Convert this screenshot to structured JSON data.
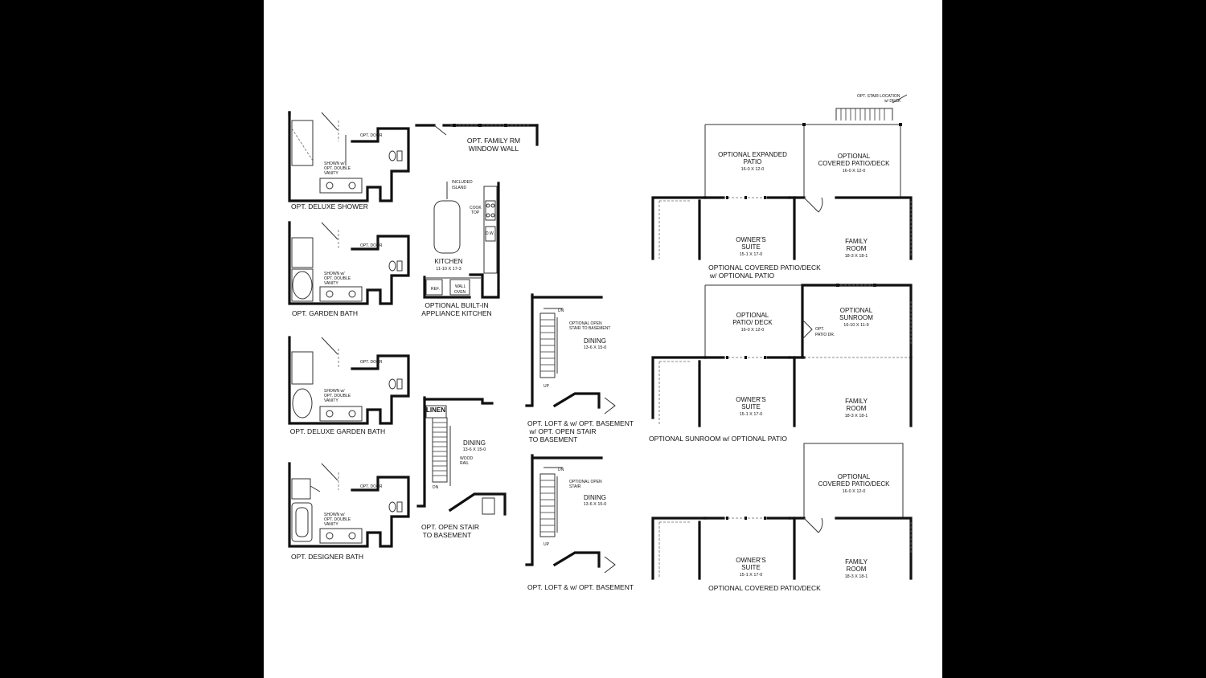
{
  "bath_options": {
    "opt_door": "OPT. DOOR",
    "shown_w": "SHOWN w/",
    "opt_double": "OPT. DOUBLE",
    "vanity": "VANITY",
    "deluxe_shower": "OPT. DELUXE SHOWER",
    "garden_bath": "OPT. GARDEN BATH",
    "deluxe_garden_bath": "OPT. DELUXE GARDEN BATH",
    "designer_bath": "OPT. DESIGNER BATH"
  },
  "window_wall": {
    "line1": "OPT. FAMILY RM",
    "line2": "WINDOW WALL"
  },
  "kitchen": {
    "included": "INCLUDED",
    "island": "ISLAND",
    "cook": "COOK",
    "top": "TOP",
    "dw": "D.W.",
    "name": "KITCHEN",
    "dims": "11-10 X 17-3",
    "ref": "REF.",
    "wall": "WALL",
    "oven": "OVEN",
    "caption1": "OPTIONAL BUILT-IN",
    "caption2": "APPLIANCE KITCHEN"
  },
  "open_stair": {
    "linen": "LINEN",
    "dining": "DINING",
    "dining_dims": "13-6 X 15-0",
    "wood": "WOOD",
    "rail": "RAIL",
    "dn": "DN",
    "caption1": "OPT. OPEN STAIR",
    "caption2": "TO BASEMENT"
  },
  "loft_open_stair": {
    "dn": "DN",
    "up": "UP",
    "note1": "OPTIONAL OPEN",
    "note2": "STAIR TO BASEMENT",
    "dining": "DINING",
    "dining_dims": "13-6 X 15-0",
    "caption1": "OPT. LOFT & w/ OPT. BASEMENT",
    "caption2": "w/ OPT. OPEN STAIR",
    "caption3": "TO BASEMENT"
  },
  "loft_basement": {
    "dn": "DN",
    "up": "UP",
    "note1": "OPTIONAL OPEN",
    "note2": "STAIR",
    "dining": "DINING",
    "dining_dims": "13-6 X 15-0",
    "caption": "OPT. LOFT & w/ OPT. BASEMENT"
  },
  "plan_a": {
    "stair_note1": "OPT. STAIR LOCATION",
    "stair_note2": "w/ DECK",
    "patio1": "OPTIONAL EXPANDED",
    "patio2": "PATIO",
    "patio_dims": "16-0 X 12-0",
    "deck1": "OPTIONAL",
    "deck2": "COVERED PATIO/DECK",
    "deck_dims": "16-0 X 12-0",
    "suite1": "OWNER'S",
    "suite2": "SUITE",
    "suite_dims": "15-1 X 17-0",
    "family1": "FAMILY",
    "family2": "ROOM",
    "family_dims": "18-3 X 18-1",
    "caption1": "OPTIONAL COVERED PATIO/DECK",
    "caption2": "w/ OPTIONAL PATIO"
  },
  "plan_b": {
    "patio1": "OPTIONAL",
    "patio2": "PATIO/ DECK",
    "patio_dims": "16-0 X 12-0",
    "sun1": "OPTIONAL",
    "sun2": "SUNROOM",
    "sun_dims": "16-10 X 11-9",
    "opt": "OPT.",
    "patio_dr": "PATIO DR.",
    "suite1": "OWNER'S",
    "suite2": "SUITE",
    "suite_dims": "15-1 X 17-0",
    "family1": "FAMILY",
    "family2": "ROOM",
    "family_dims": "18-3 X 18-1",
    "caption": "OPTIONAL SUNROOM w/ OPTIONAL PATIO"
  },
  "plan_c": {
    "deck1": "OPTIONAL",
    "deck2": "COVERED PATIO/DECK",
    "deck_dims": "16-0 X 12-0",
    "suite1": "OWNER'S",
    "suite2": "SUITE",
    "suite_dims": "15-1 X 17-0",
    "family1": "FAMILY",
    "family2": "ROOM",
    "family_dims": "18-3 X 18-1",
    "caption": "OPTIONAL COVERED PATIO/DECK"
  }
}
